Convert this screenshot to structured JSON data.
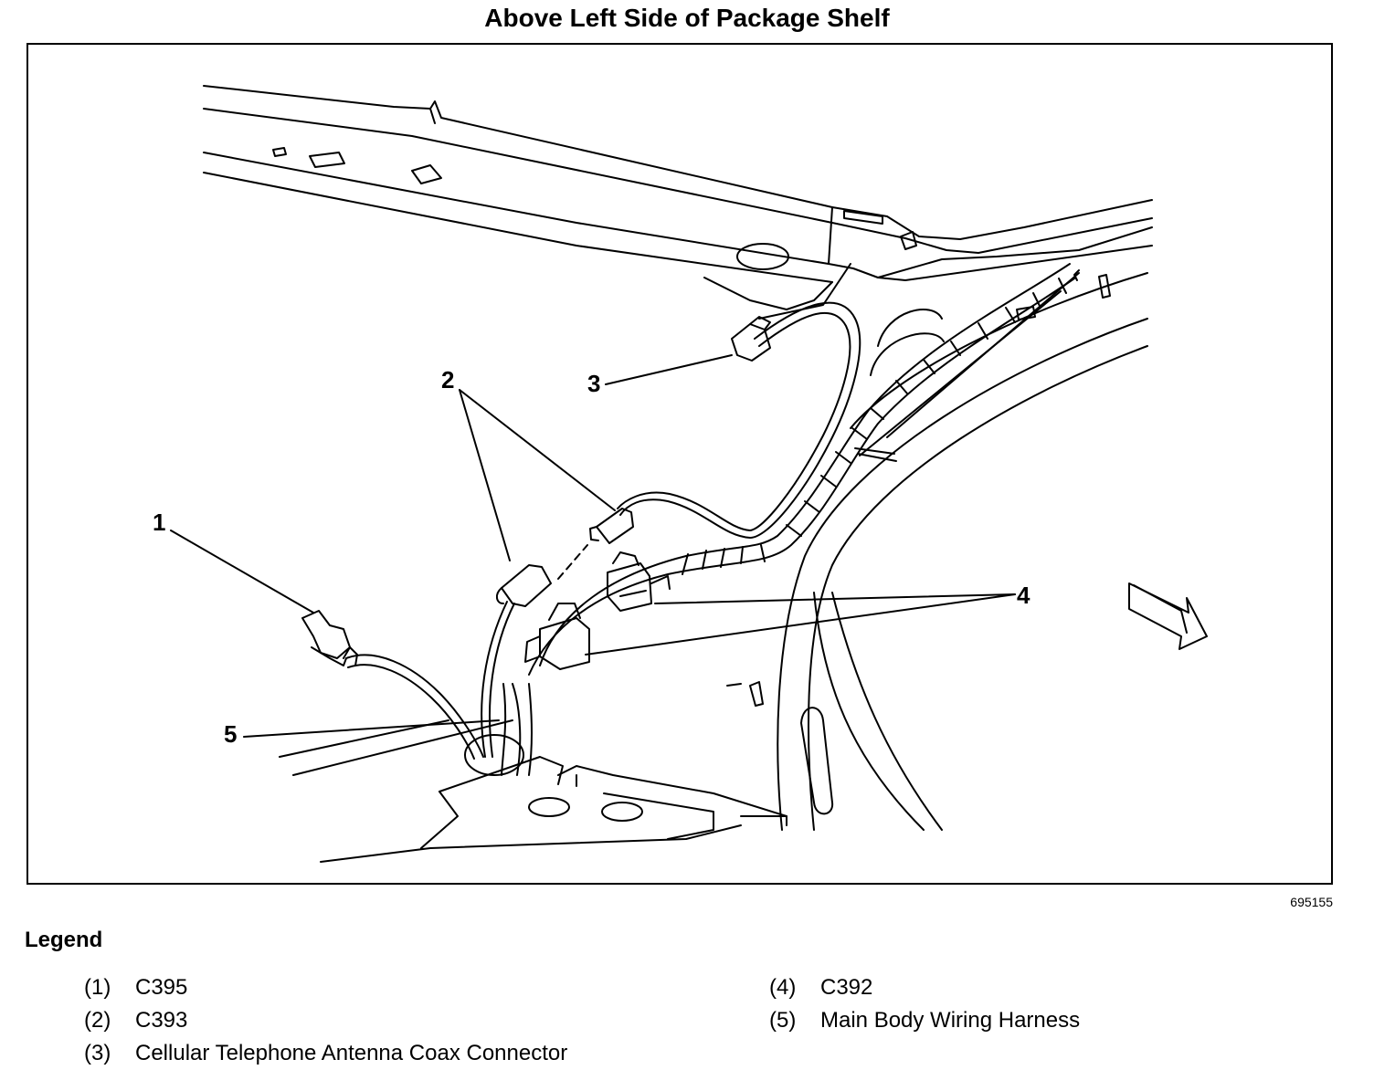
{
  "title": "Above Left Side of Package Shelf",
  "figure_id": "695155",
  "callouts": [
    "1",
    "2",
    "3",
    "4",
    "5"
  ],
  "legend": {
    "heading": "Legend",
    "items": [
      {
        "num": "(1)",
        "label": "C395"
      },
      {
        "num": "(2)",
        "label": "C393"
      },
      {
        "num": "(3)",
        "label": "Cellular Telephone Antenna Coax Connector"
      },
      {
        "num": "(4)",
        "label": "C392"
      },
      {
        "num": "(5)",
        "label": "Main Body Wiring Harness"
      }
    ]
  }
}
